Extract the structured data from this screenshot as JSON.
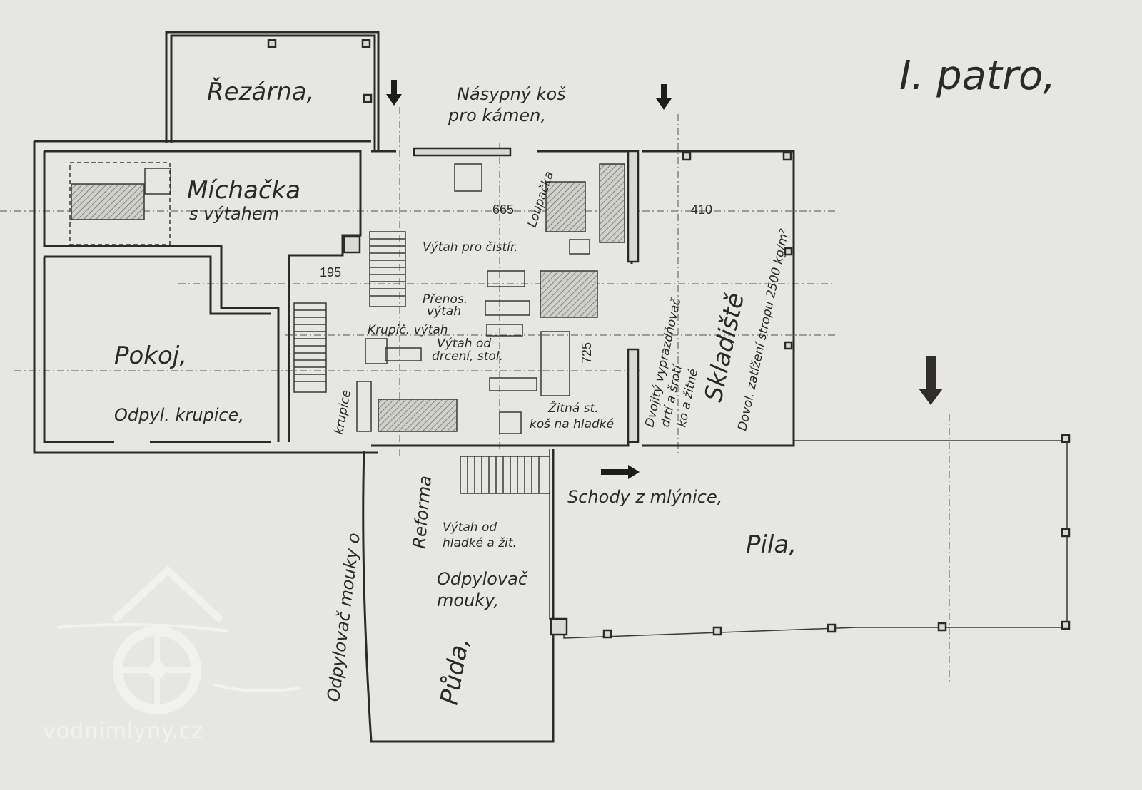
{
  "title": "I. patro,",
  "rooms": {
    "rezarna": "Řezárna,",
    "michacka_1": "Míchačka",
    "michacka_2": "s výtahem",
    "pokoj": "Pokoj,",
    "odpyl_krupice": "Odpyl. krupice,",
    "skladiste": "Skladiště",
    "pila": "Pila,",
    "puda": "Půda,"
  },
  "labels": {
    "nasypny_1": "Násypný koš",
    "nasypny_2": "pro kámen,",
    "loupacka": "Loupačka",
    "vytah_cistir": "Výtah pro čistír.",
    "prenos_1": "Přenos.",
    "prenos_2": "výtah",
    "krupic_vytah": "Krupič. výtah",
    "vytah_drc_1": "Výtah od",
    "vytah_drc_2": "drcení, stol.",
    "zitna_1": "Žitná st.",
    "zitna_2": "koš na hladké",
    "dvojity_1": "Dvojitý vyprazdňovač",
    "dvojity_2": "drtí a šrotí",
    "dvojity_3": "ko a žitné",
    "skladiste_note": "Dovol. zatížení stropu 2500 kg/m²",
    "krupice_v": "krupice",
    "odpylovac_v": "Odpylovač mouky o",
    "reforma_v": "Reforma",
    "schody": "Schody z mlýnice,",
    "vytah_hladke_1": "Výtah od",
    "vytah_hladke_2": "hladké a žit.",
    "odpylovac_1": "Odpylovač",
    "odpylovac_2": "mouky,"
  },
  "dimensions": {
    "d195": "195",
    "d665": "665",
    "d410": "410",
    "d725": "725"
  },
  "watermark": "vodnimlyny.cz"
}
